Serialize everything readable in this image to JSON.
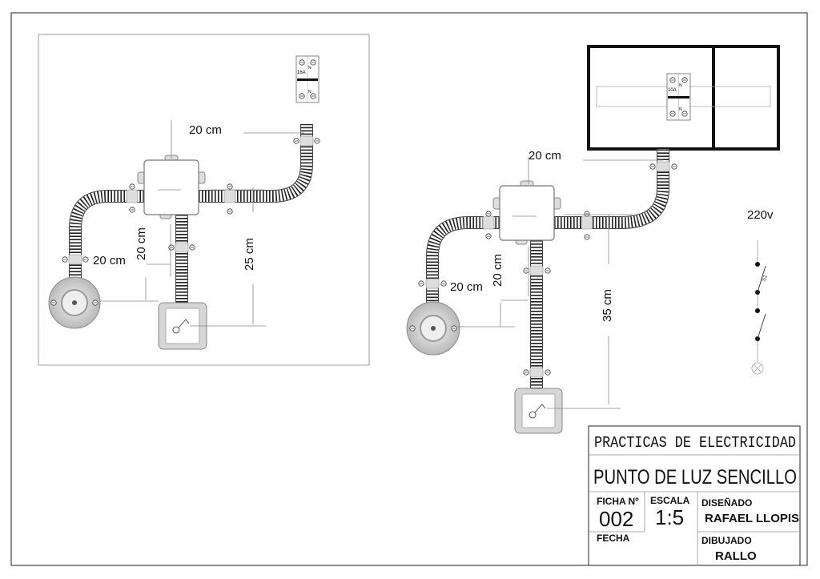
{
  "left_drawing": {
    "breaker": {
      "rating": "16A",
      "top_label": "N",
      "bottom_label": "N"
    },
    "dimensions": {
      "top": "20 cm",
      "left_horizontal": "20 cm",
      "left_vertical": "20 cm",
      "right_vertical": "25 cm"
    }
  },
  "right_drawing": {
    "breaker": {
      "rating": "10A",
      "top_label": "N",
      "bottom_label": "N"
    },
    "dimensions": {
      "top": "20 cm",
      "left_horizontal": "20 cm",
      "left_vertical": "20 cm",
      "right_vertical": "35 cm"
    }
  },
  "schematic": {
    "voltage": "220v",
    "switch_label": "S1"
  },
  "title_block": {
    "course": "PRACTICAS DE ELECTRICIDAD",
    "title": "PUNTO DE LUZ SENCILLO",
    "sheet_label": "FICHA Nº",
    "sheet_number": "002",
    "scale_label": "ESCALA",
    "scale_value": "1:5",
    "designed_label": "DISEÑADO",
    "designed_by": "RAFAEL LLOPIS",
    "date_label": "FECHA",
    "drawn_label": "DIBUJADO",
    "drawn_by": "RALLO"
  },
  "colors": {
    "line": "#111111",
    "conduit": "#222222",
    "fitting": "#cccccc"
  }
}
